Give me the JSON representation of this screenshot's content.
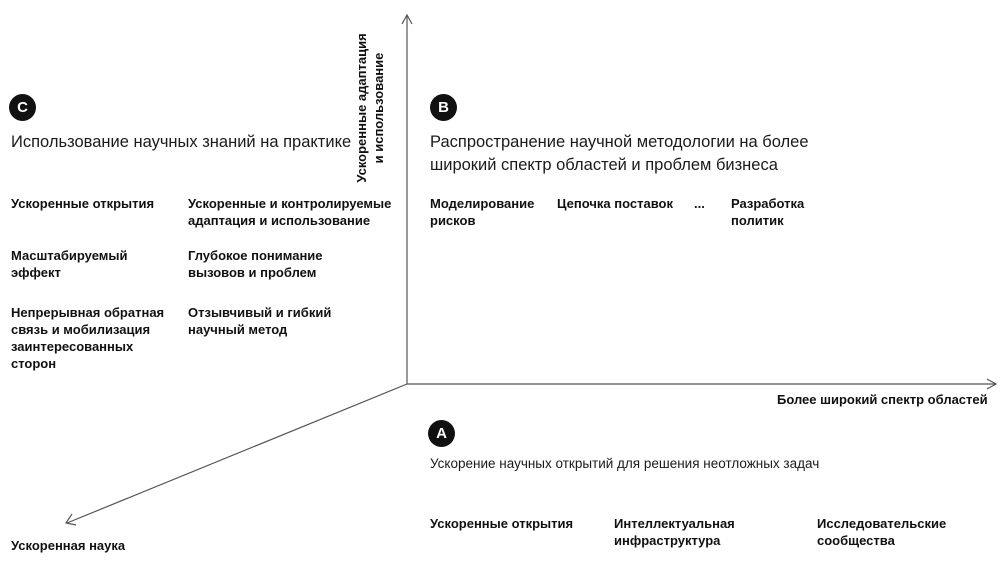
{
  "quadrant_c": {
    "badge": "C",
    "title": "Использование научных знаний на практике",
    "items": [
      "Ускоренные открытия",
      "Ускоренные и контролируемые адаптация и использование",
      "Масштабируемый эффект",
      "Глубокое понимание вызовов и проблем",
      "Непрерывная обратная связь и мобилизация заинтересованных сторон",
      "Отзывчивый и гибкий научный метод"
    ]
  },
  "quadrant_b": {
    "badge": "B",
    "title": "Распространение научной методологии на более широкий спектр областей и проблем бизнеса",
    "items": [
      "Моделирование рисков",
      "Цепочка поставок",
      "...",
      "Разработка политик"
    ]
  },
  "quadrant_a": {
    "badge": "A",
    "title": "Ускорение научных открытий для решения неотложных задач",
    "items": [
      "Ускоренные открытия",
      "Интеллектуальная инфраструктура",
      "Исследовательские сообщества"
    ]
  },
  "axes": {
    "y_label": "Ускоренные адаптация и использование",
    "x_label": "Более широкий спектр областей",
    "diag_label": "Ускоренная наука",
    "line_color": "#555555"
  }
}
